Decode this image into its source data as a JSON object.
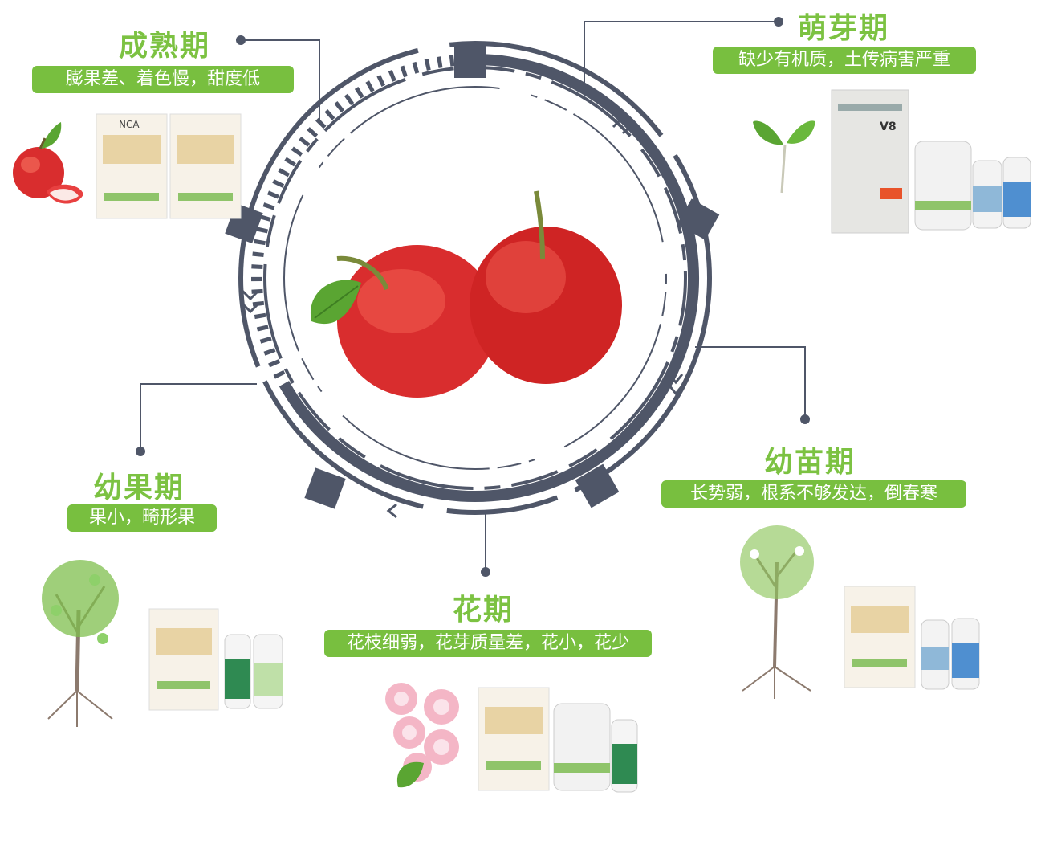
{
  "colors": {
    "title_green": "#7cc242",
    "pill_green": "#78bf3f",
    "ring": "#4f5668",
    "apple_red": "#d92d2e",
    "leaf": "#5aa532"
  },
  "stages": [
    {
      "id": "ripening",
      "title": "成熟期",
      "description": "膨果差、着色慢，甜度低",
      "icon": "apple-icon"
    },
    {
      "id": "sprouting",
      "title": "萌芽期",
      "description": "缺少有机质，土传病害严重",
      "icon": "sprout-icon"
    },
    {
      "id": "young-fruit",
      "title": "幼果期",
      "description": "果小，畸形果",
      "icon": "fruit-tree-icon"
    },
    {
      "id": "seedling",
      "title": "幼苗期",
      "description": "长势弱，根系不够发达，倒春寒",
      "icon": "sapling-icon"
    },
    {
      "id": "flowering",
      "title": "花期",
      "description": "花枝细弱，花芽质量差，花小，花少",
      "icon": "flower-icon"
    }
  ],
  "center": {
    "icon": "twin-apples-icon"
  },
  "product_labels": {
    "brand": "NCA",
    "product": "V8"
  }
}
